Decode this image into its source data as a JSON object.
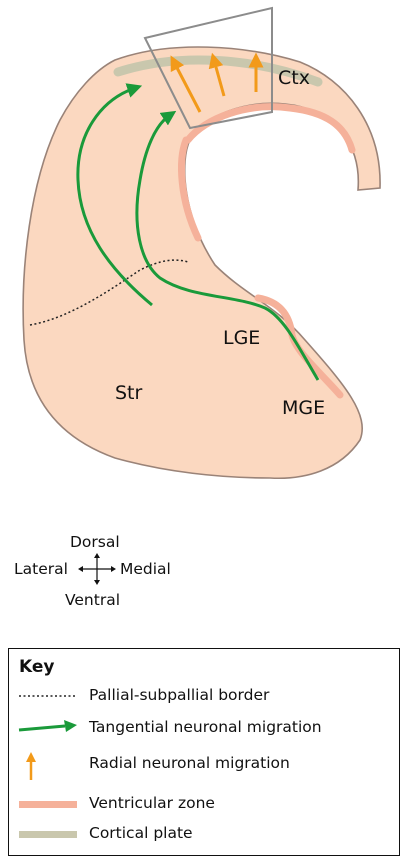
{
  "colors": {
    "tissue_fill": "#fbd8c0",
    "tissue_outline": "#9a8378",
    "ventricular_zone": "#f5b19a",
    "cortical_plate": "#c9c7ad",
    "tangential": "#1a9a3a",
    "radial": "#f29a1a",
    "box": "#8c8c8c"
  },
  "regions": {
    "ctx": "Ctx",
    "lge": "LGE",
    "mge": "MGE",
    "str": "Str"
  },
  "compass": {
    "dorsal": "Dorsal",
    "ventral": "Ventral",
    "lateral": "Lateral",
    "medial": "Medial"
  },
  "key": {
    "title": "Key",
    "items": [
      {
        "icon": "dotted-line",
        "label": "Pallial-subpallial border"
      },
      {
        "icon": "green-arrow",
        "label": "Tangential neuronal migration"
      },
      {
        "icon": "orange-arrow",
        "label": "Radial neuronal migration"
      },
      {
        "icon": "pink-band",
        "label": "Ventricular zone"
      },
      {
        "icon": "grey-band",
        "label": "Cortical plate"
      }
    ]
  }
}
